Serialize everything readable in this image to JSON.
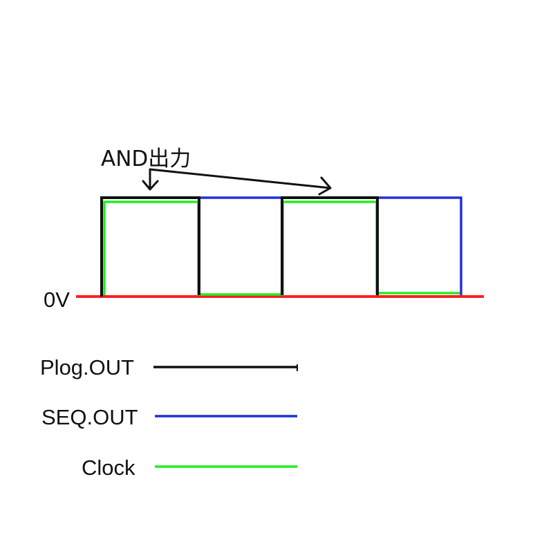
{
  "annotation": "AND出力",
  "zero_label": "0V",
  "colors": {
    "baseline": "#ff1f1f",
    "plog_out": "#111111",
    "seq_out": "#1f2fdc",
    "clock": "#22ee22"
  },
  "legend": [
    {
      "label": "Plog.OUT",
      "color": "#111111"
    },
    {
      "label": "SEQ.OUT",
      "color": "#1f2fdc"
    },
    {
      "label": "Clock",
      "color": "#22ee22"
    }
  ]
}
